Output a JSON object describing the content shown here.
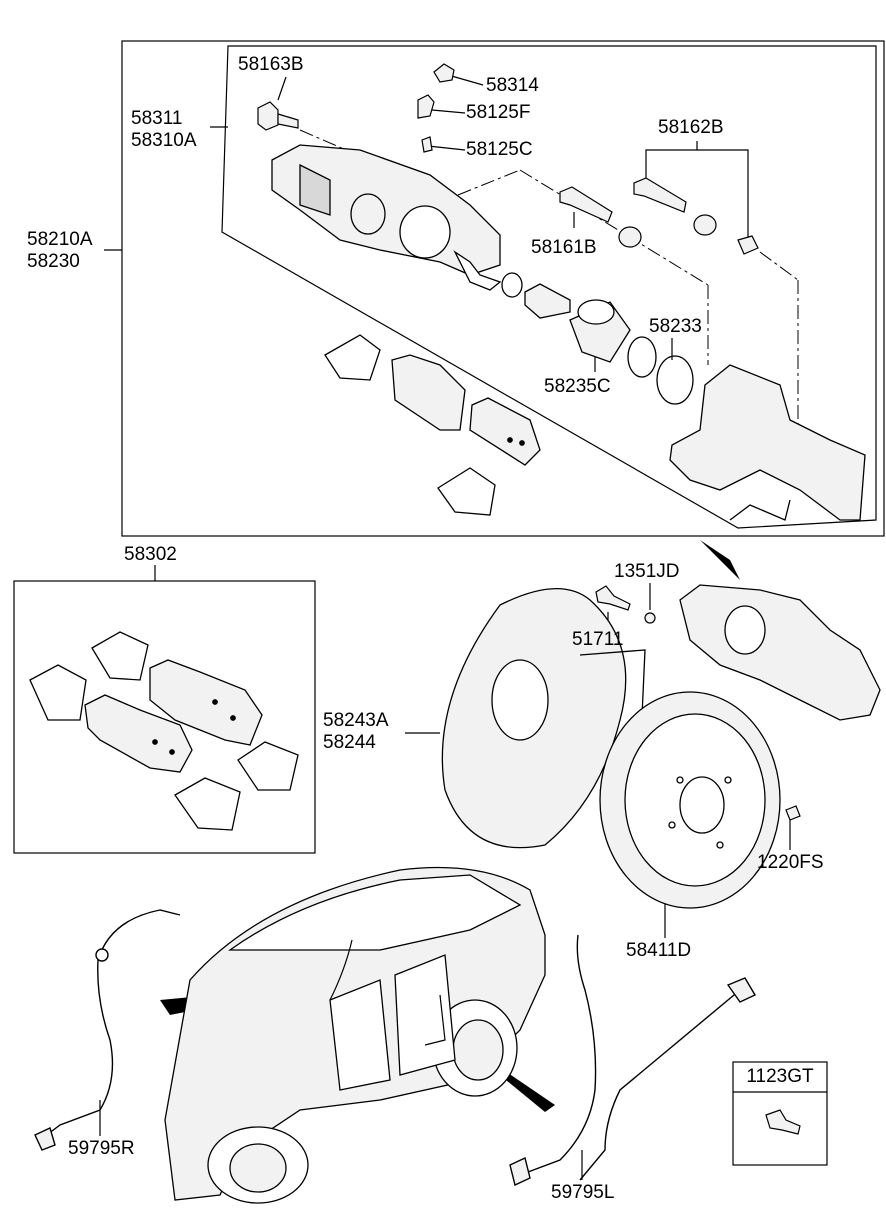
{
  "labels": {
    "p58163B": "58163B",
    "p58314": "58314",
    "p58125F": "58125F",
    "p58125C": "58125C",
    "p58311": "58311",
    "p58310A": "58310A",
    "p58162B": "58162B",
    "p58210A": "58210A",
    "p58230": "58230",
    "p58161B": "58161B",
    "p58233": "58233",
    "p58235C": "58235C",
    "p58302": "58302",
    "p1351JD": "1351JD",
    "p51711": "51711",
    "p58243A": "58243A",
    "p58244": "58244",
    "p1220FS": "1220FS",
    "p58411D": "58411D",
    "p59795R": "59795R",
    "p59795L": "59795L",
    "p1123GT": "1123GT"
  },
  "colors": {
    "line": "#000000",
    "background": "#ffffff",
    "part_fill": "#f2f2f2",
    "shade": "#bdbdbd"
  }
}
